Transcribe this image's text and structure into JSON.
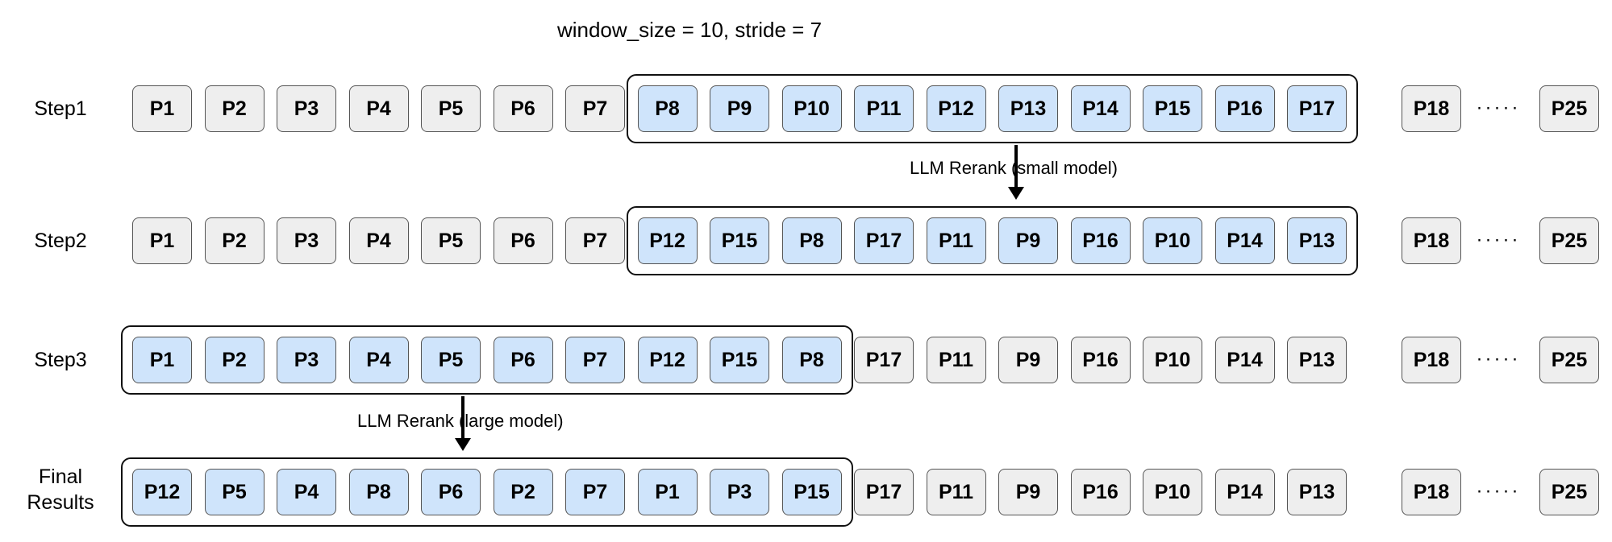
{
  "title": "window_size = 10, stride = 7",
  "rows": [
    {
      "label": "Step1",
      "window": "right",
      "items": [
        {
          "t": "P1",
          "c": "gray"
        },
        {
          "t": "P2",
          "c": "gray"
        },
        {
          "t": "P3",
          "c": "gray"
        },
        {
          "t": "P4",
          "c": "gray"
        },
        {
          "t": "P5",
          "c": "gray"
        },
        {
          "t": "P6",
          "c": "gray"
        },
        {
          "t": "P7",
          "c": "gray"
        },
        {
          "t": "P8",
          "c": "blue"
        },
        {
          "t": "P9",
          "c": "blue"
        },
        {
          "t": "P10",
          "c": "blue"
        },
        {
          "t": "P11",
          "c": "blue"
        },
        {
          "t": "P12",
          "c": "blue"
        },
        {
          "t": "P13",
          "c": "blue"
        },
        {
          "t": "P14",
          "c": "blue"
        },
        {
          "t": "P15",
          "c": "blue"
        },
        {
          "t": "P16",
          "c": "blue"
        },
        {
          "t": "P17",
          "c": "blue"
        }
      ],
      "tail": [
        {
          "t": "P18",
          "c": "gray"
        },
        {
          "t": "P25",
          "c": "gray"
        }
      ]
    },
    {
      "label": "Step2",
      "window": "right",
      "items": [
        {
          "t": "P1",
          "c": "gray"
        },
        {
          "t": "P2",
          "c": "gray"
        },
        {
          "t": "P3",
          "c": "gray"
        },
        {
          "t": "P4",
          "c": "gray"
        },
        {
          "t": "P5",
          "c": "gray"
        },
        {
          "t": "P6",
          "c": "gray"
        },
        {
          "t": "P7",
          "c": "gray"
        },
        {
          "t": "P12",
          "c": "blue"
        },
        {
          "t": "P15",
          "c": "blue"
        },
        {
          "t": "P8",
          "c": "blue"
        },
        {
          "t": "P17",
          "c": "blue"
        },
        {
          "t": "P11",
          "c": "blue"
        },
        {
          "t": "P9",
          "c": "blue"
        },
        {
          "t": "P16",
          "c": "blue"
        },
        {
          "t": "P10",
          "c": "blue"
        },
        {
          "t": "P14",
          "c": "blue"
        },
        {
          "t": "P13",
          "c": "blue"
        }
      ],
      "tail": [
        {
          "t": "P18",
          "c": "gray"
        },
        {
          "t": "P25",
          "c": "gray"
        }
      ]
    },
    {
      "label": "Step3",
      "window": "left",
      "items": [
        {
          "t": "P1",
          "c": "blue"
        },
        {
          "t": "P2",
          "c": "blue"
        },
        {
          "t": "P3",
          "c": "blue"
        },
        {
          "t": "P4",
          "c": "blue"
        },
        {
          "t": "P5",
          "c": "blue"
        },
        {
          "t": "P6",
          "c": "blue"
        },
        {
          "t": "P7",
          "c": "blue"
        },
        {
          "t": "P12",
          "c": "blue"
        },
        {
          "t": "P15",
          "c": "blue"
        },
        {
          "t": "P8",
          "c": "blue"
        },
        {
          "t": "P17",
          "c": "gray"
        },
        {
          "t": "P11",
          "c": "gray"
        },
        {
          "t": "P9",
          "c": "gray"
        },
        {
          "t": "P16",
          "c": "gray"
        },
        {
          "t": "P10",
          "c": "gray"
        },
        {
          "t": "P14",
          "c": "gray"
        },
        {
          "t": "P13",
          "c": "gray"
        }
      ],
      "tail": [
        {
          "t": "P18",
          "c": "gray"
        },
        {
          "t": "P25",
          "c": "gray"
        }
      ]
    },
    {
      "label": "Final Results",
      "label_lines": [
        "Final",
        "Results"
      ],
      "window": "left",
      "items": [
        {
          "t": "P12",
          "c": "blue"
        },
        {
          "t": "P5",
          "c": "blue"
        },
        {
          "t": "P4",
          "c": "blue"
        },
        {
          "t": "P8",
          "c": "blue"
        },
        {
          "t": "P6",
          "c": "blue"
        },
        {
          "t": "P2",
          "c": "blue"
        },
        {
          "t": "P7",
          "c": "blue"
        },
        {
          "t": "P1",
          "c": "blue"
        },
        {
          "t": "P3",
          "c": "blue"
        },
        {
          "t": "P15",
          "c": "blue"
        },
        {
          "t": "P17",
          "c": "gray"
        },
        {
          "t": "P11",
          "c": "gray"
        },
        {
          "t": "P9",
          "c": "gray"
        },
        {
          "t": "P16",
          "c": "gray"
        },
        {
          "t": "P10",
          "c": "gray"
        },
        {
          "t": "P14",
          "c": "gray"
        },
        {
          "t": "P13",
          "c": "gray"
        }
      ],
      "tail": [
        {
          "t": "P18",
          "c": "gray"
        },
        {
          "t": "P25",
          "c": "gray"
        }
      ]
    }
  ],
  "ellipsis": "·····",
  "arrows": [
    {
      "label": "LLM Rerank (small model)"
    },
    {
      "label": "LLM Rerank (large model)"
    }
  ],
  "colors": {
    "gray_box": "#eeeeee",
    "blue_box": "#cfe4fb",
    "border": "#555555"
  }
}
